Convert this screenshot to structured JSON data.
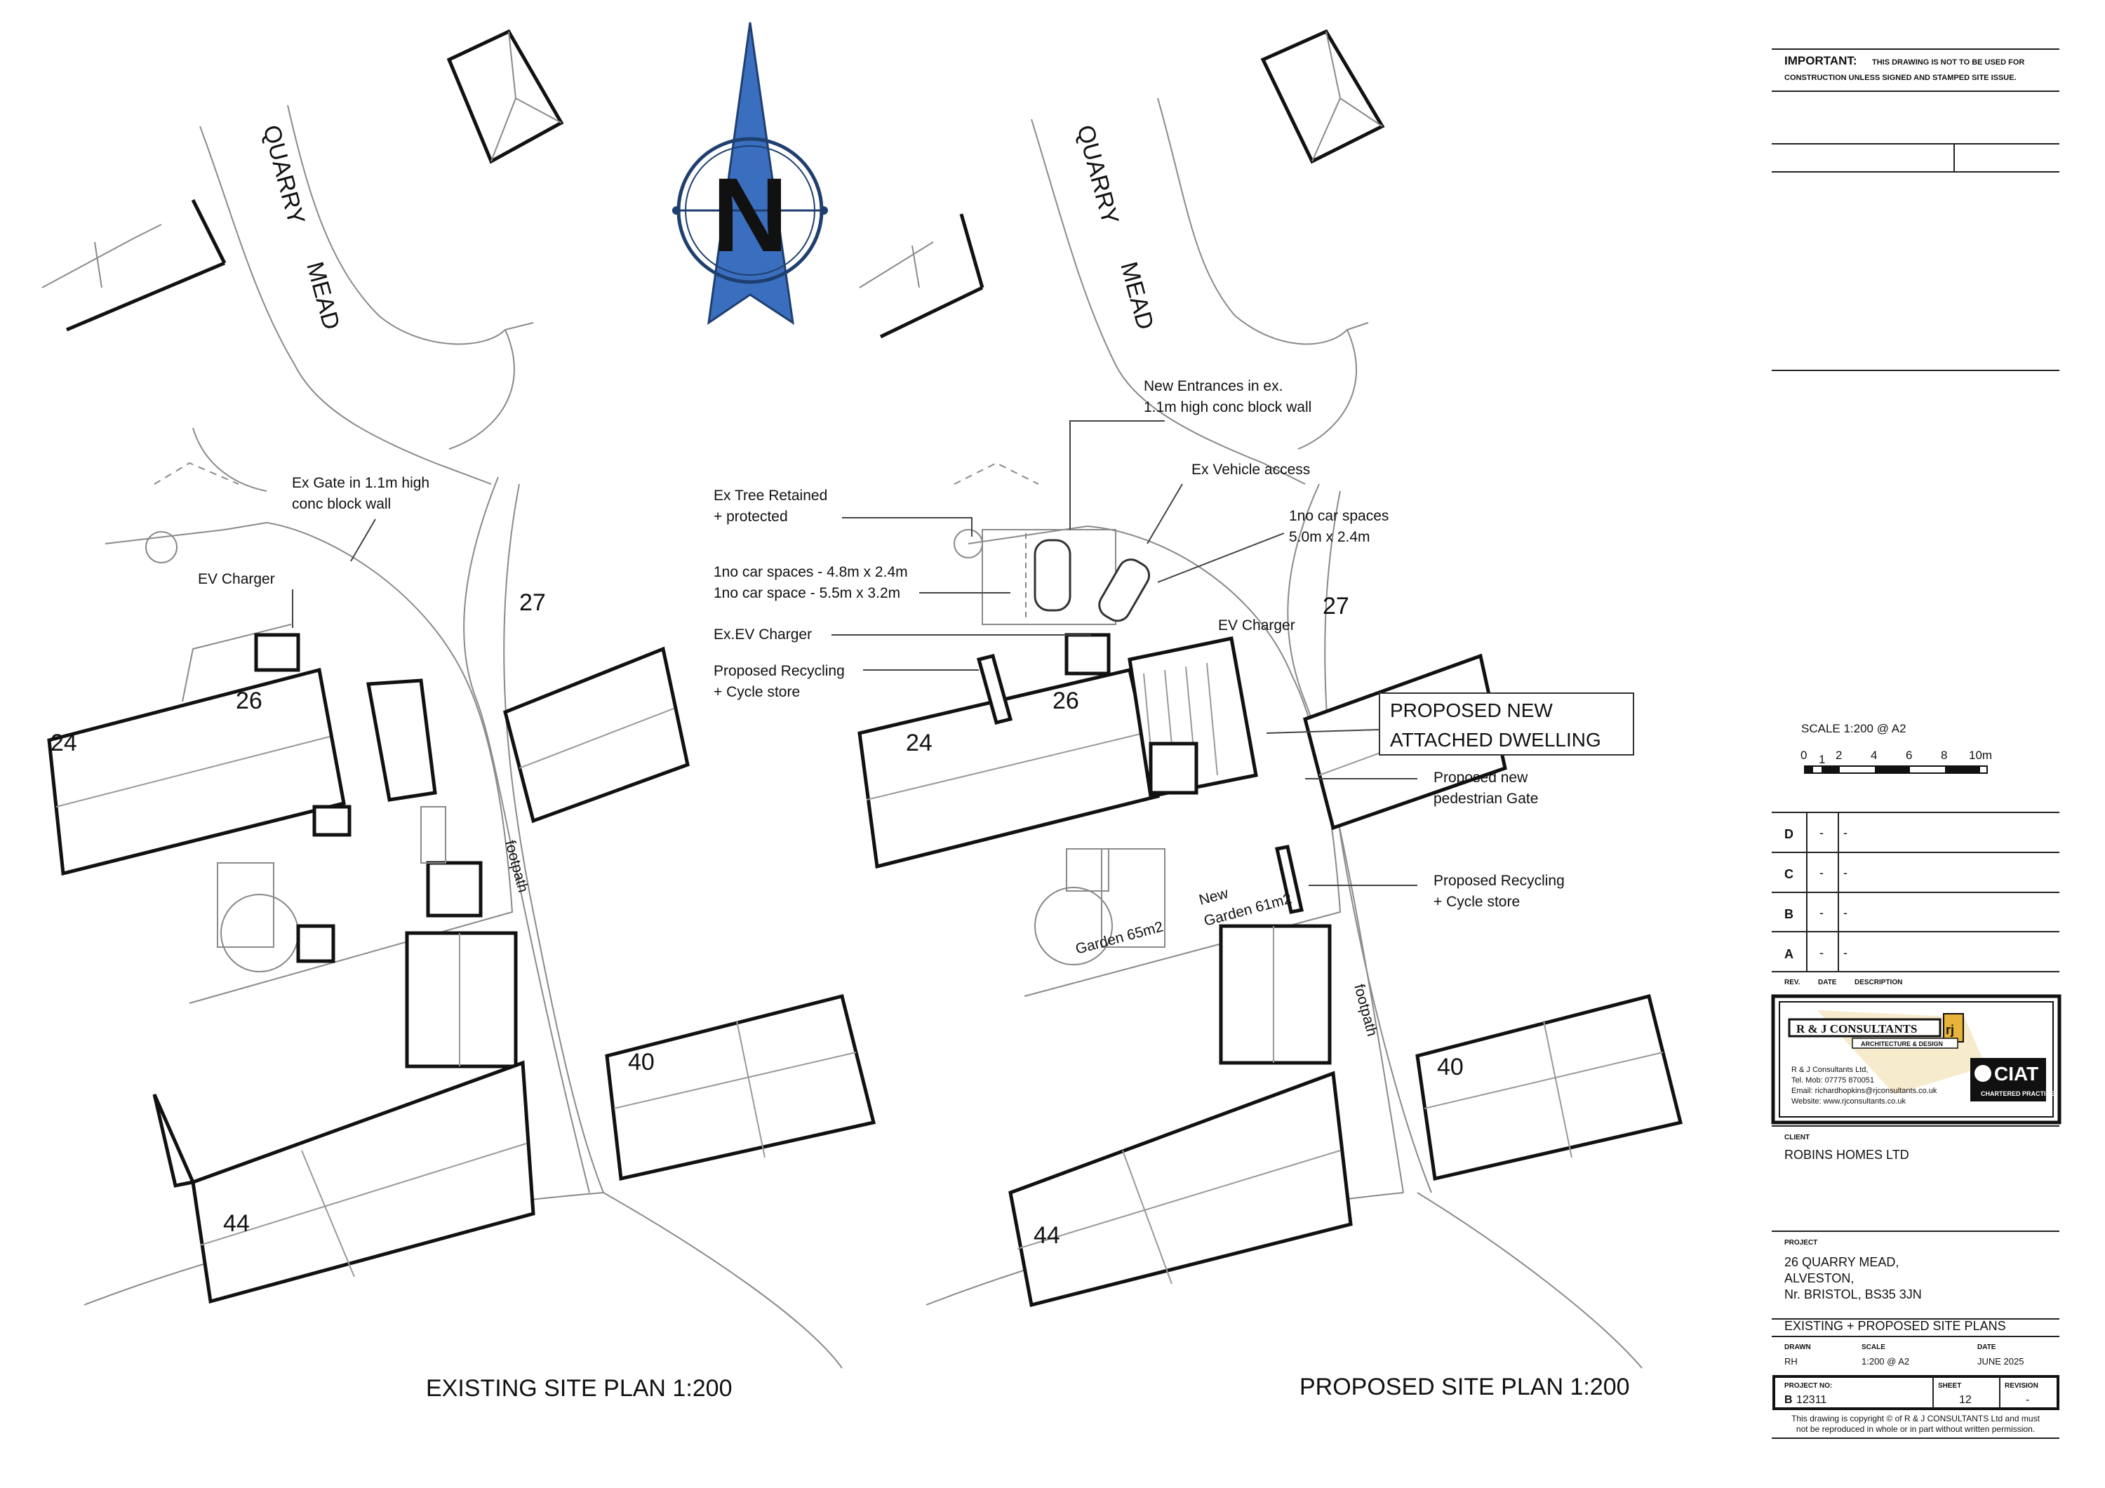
{
  "north_arrow": {
    "letter": "N"
  },
  "existing_plan": {
    "road_name_1": "QUARRY",
    "road_name_2": "MEAD",
    "title": "EXISTING SITE PLAN 1:200",
    "notes": {
      "gate_l1": "Ex Gate in 1.1m high",
      "gate_l2": "conc block wall",
      "ev_charger": "EV Charger",
      "footpath": "footpath"
    },
    "house_numbers": {
      "h24": "24",
      "h26": "26",
      "h27": "27",
      "h40": "40",
      "h44": "44"
    }
  },
  "proposed_plan": {
    "road_name_1": "QUARRY",
    "road_name_2": "MEAD",
    "title": "PROPOSED SITE PLAN 1:200",
    "notes": {
      "entr_l1": "New Entrances in ex.",
      "entr_l2": "1.1m high conc block wall",
      "tree_l1": "Ex Tree Retained",
      "tree_l2": "+ protected",
      "vehicle": "Ex Vehicle access",
      "car_l1": "1no car spaces - 4.8m x 2.4m",
      "car_l2": "1no car space - 5.5m x 3.2m",
      "car_r1": "1no car spaces",
      "car_r2": "5.0m x 2.4m",
      "ex_ev": "Ex.EV Charger",
      "ev": "EV Charger",
      "recy_l1": "Proposed Recycling",
      "recy_l2": "+ Cycle store",
      "dwell_l1": "PROPOSED NEW",
      "dwell_l2": "ATTACHED DWELLING",
      "gate_l1": "Proposed new",
      "gate_l2": "pedestrian Gate",
      "recy2_l1": "Proposed Recycling",
      "recy2_l2": "+ Cycle store",
      "new_garden_l1": "New",
      "new_garden_l2": "Garden 61m2",
      "garden": "Garden 65m2",
      "footpath": "footpath"
    },
    "house_numbers": {
      "h24": "24",
      "h26": "26",
      "h27": "27",
      "h40": "40",
      "h44": "44"
    }
  },
  "title_block": {
    "important_head": "IMPORTANT:",
    "important_l1": "THIS DRAWING IS NOT TO BE USED FOR",
    "important_l2": "CONSTRUCTION UNLESS SIGNED AND STAMPED SITE ISSUE.",
    "scale_label": "SCALE 1:200 @ A2",
    "scale_ticks": [
      "0",
      "1",
      "2",
      "4",
      "6",
      "8",
      "10m"
    ],
    "revisions": [
      {
        "rev": "D",
        "date": "-",
        "desc": "-"
      },
      {
        "rev": "C",
        "date": "-",
        "desc": "-"
      },
      {
        "rev": "B",
        "date": "-",
        "desc": "-"
      },
      {
        "rev": "A",
        "date": "-",
        "desc": "-"
      }
    ],
    "rev_headers": {
      "rev": "REV.",
      "date": "DATE",
      "desc": "DESCRIPTION"
    },
    "company": {
      "name": "R & J CONSULTANTS",
      "logo_letter": "rj",
      "tagline": "ARCHITECTURE & DESIGN",
      "l1": "R & J Consultants Ltd,",
      "l2": "Tel. Mob: 07775 870051",
      "l3": "Email: richardhopkins@rjconsultants.co.uk",
      "l4": "Website: www.rjconsultants.co.uk",
      "ciat": "CIAT",
      "ciat_sub": "CHARTERED PRACTICE"
    },
    "client_label": "CLIENT",
    "client": "ROBINS HOMES LTD",
    "project_label": "PROJECT",
    "project_l1": "26 QUARRY MEAD,",
    "project_l2": "ALVESTON,",
    "project_l3": "Nr. BRISTOL, BS35 3JN",
    "drawing_title": "EXISTING + PROPOSED SITE PLANS",
    "drawn_label": "DRAWN",
    "drawn": "RH",
    "scale_hdr": "SCALE",
    "scale": "1:200 @ A2",
    "date_label": "DATE",
    "date": "JUNE 2025",
    "project_no_label": "PROJECT NO:",
    "project_no_prefix": "B",
    "project_no": "12311",
    "sheet_label": "SHEET",
    "sheet": "12",
    "revision_label": "REVISION",
    "revision": "-",
    "copyright_l1": "This drawing is copyright © of R & J CONSULTANTS Ltd and must",
    "copyright_l2": "not be reproduced in whole or in part without written permission."
  }
}
